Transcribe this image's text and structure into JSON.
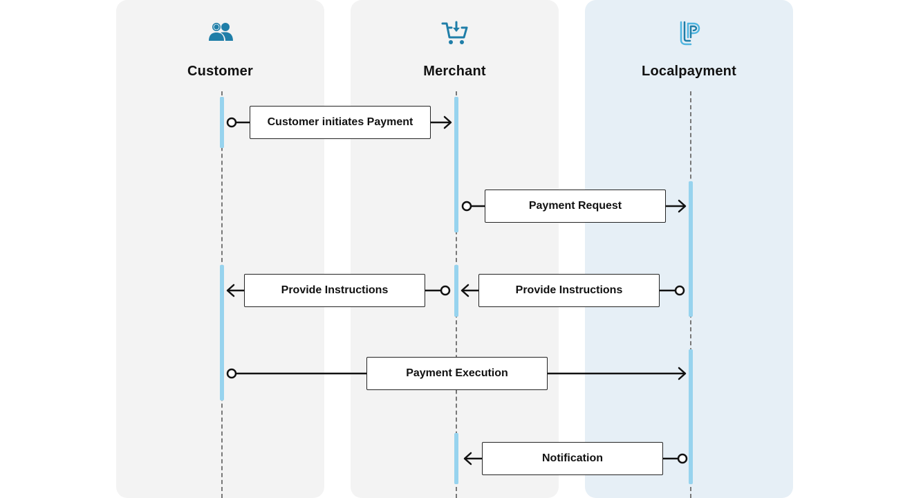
{
  "lanes": [
    {
      "title": "Customer",
      "icon": "users-icon",
      "bg": "#f3f3f3"
    },
    {
      "title": "Merchant",
      "icon": "shopping-cart-icon",
      "bg": "#f3f3f3"
    },
    {
      "title": "Localpayment",
      "icon": "localpayment-logo-icon",
      "bg": "#e6eff6"
    }
  ],
  "messages": [
    {
      "label": "Customer initiates Payment",
      "from": "Customer",
      "to": "Merchant"
    },
    {
      "label": "Payment Request",
      "from": "Merchant",
      "to": "Localpayment"
    },
    {
      "label": "Provide Instructions",
      "from": "Localpayment",
      "to": "Merchant"
    },
    {
      "label": "Provide Instructions",
      "from": "Merchant",
      "to": "Customer"
    },
    {
      "label": "Payment Execution",
      "from": "Customer",
      "to": "Localpayment"
    },
    {
      "label": "Notification",
      "from": "Localpayment",
      "to": "Merchant"
    }
  ],
  "colors": {
    "icon_blue": "#1f7ea8",
    "activation": "#97d3ee",
    "line": "#111111"
  }
}
